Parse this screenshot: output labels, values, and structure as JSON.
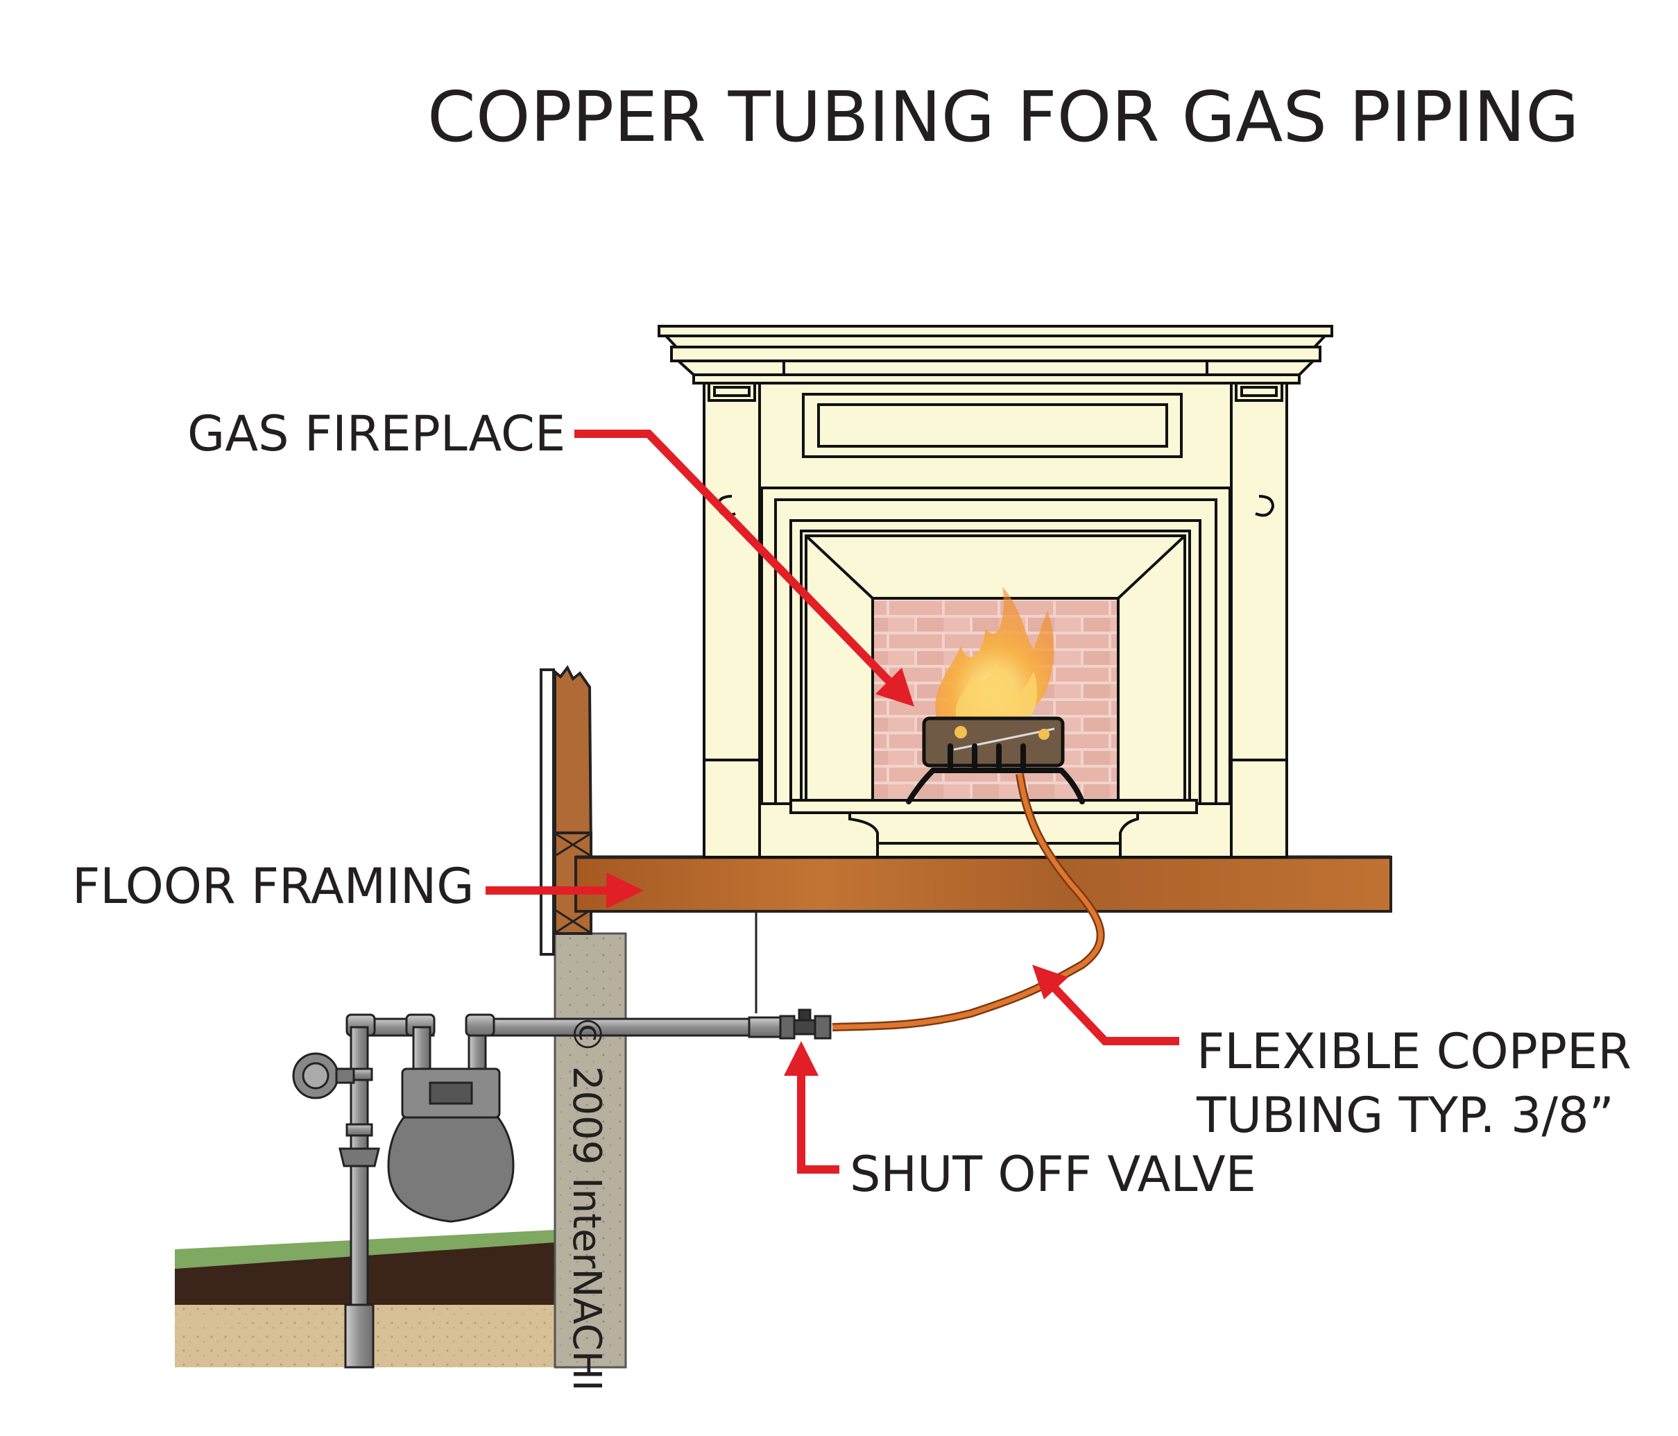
{
  "title": "COPPER TUBING FOR GAS PIPING",
  "labels": {
    "gas_fireplace": "GAS FIREPLACE",
    "floor_framing": "FLOOR FRAMING",
    "flexible_copper_line1": "FLEXIBLE COPPER",
    "flexible_copper_line2": "TUBING TYP. 3/8”",
    "shut_off_valve": "SHUT OFF VALVE"
  },
  "copyright": "© 2009 InterNACHI",
  "colors": {
    "arrow": "#e21f26",
    "text": "#231f20",
    "mantel": "#fbf8d8",
    "floor_wood": "#b5652a",
    "copper_tubing": "#d2691e",
    "gas_pipe": "#9a9a9a",
    "concrete": "#b3ad9c",
    "soil": "#3b241a",
    "sand": "#d8c29a",
    "grass": "#7aa35a"
  }
}
